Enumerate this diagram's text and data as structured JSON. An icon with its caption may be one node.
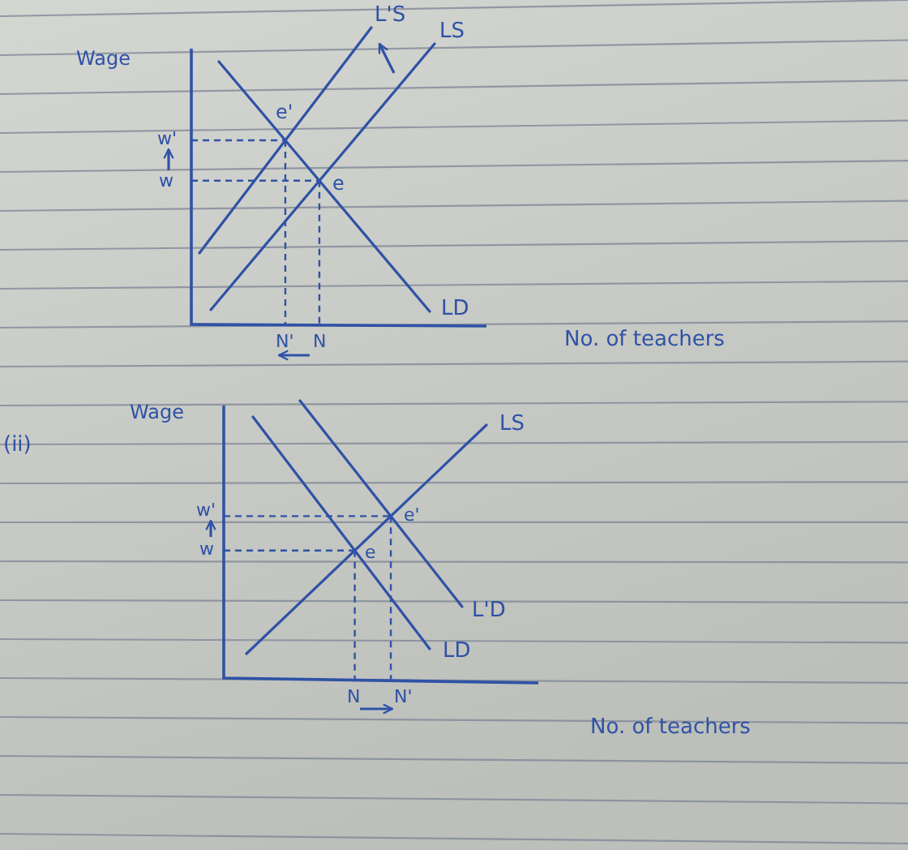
{
  "diagram": {
    "labels": [
      "L'S",
      "LS",
      "Wage",
      "e'",
      "w'",
      "w",
      "e",
      "LD",
      "N'",
      "N",
      "No. of teachers",
      "(ii)",
      "Wage",
      "LS",
      "w'",
      "w",
      "e'",
      "e",
      "L'D",
      "LD",
      "N",
      "N'",
      "No. of teachers"
    ]
  }
}
